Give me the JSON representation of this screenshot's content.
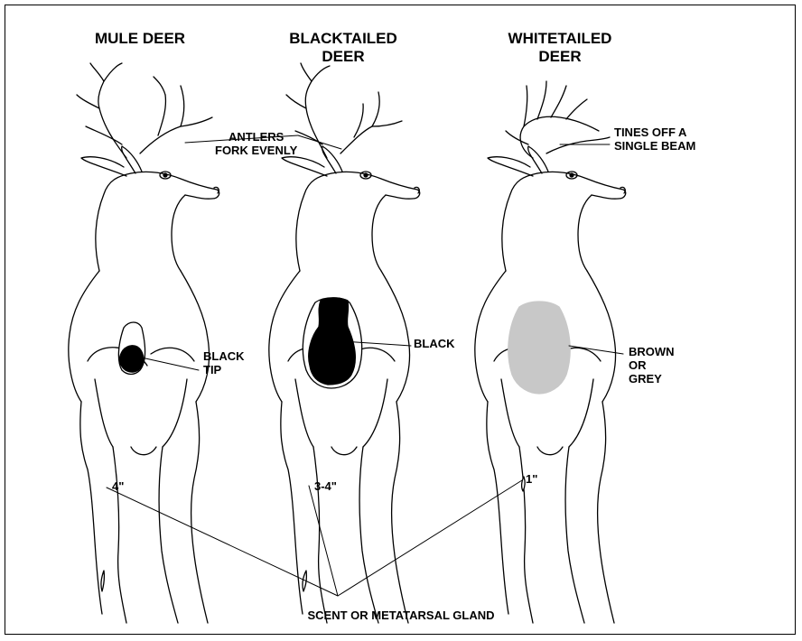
{
  "titles": {
    "mule": "MULE DEER",
    "black_line1": "BLACKTAILED",
    "black_line2": "DEER",
    "white_line1": "WHITETAILED",
    "white_line2": "DEER"
  },
  "callouts": {
    "antlers_line1": "ANTLERS",
    "antlers_line2": "FORK EVENLY",
    "tines_line1": "TINES OFF A",
    "tines_line2": "SINGLE BEAM",
    "black_tip_line1": "BLACK",
    "black_tip_line2": "TIP",
    "black": "BLACK",
    "brown_line1": "BROWN",
    "brown_line2": "OR",
    "brown_line3": "GREY"
  },
  "gland_sizes": {
    "mule": "4\"",
    "blacktailed": "3-4\"",
    "whitetailed": "1\""
  },
  "bottom_label": "SCENT OR METATARSAL GLAND",
  "colors": {
    "ink": "#000000",
    "rump_grey": "#c8c8c8",
    "background": "#ffffff"
  }
}
